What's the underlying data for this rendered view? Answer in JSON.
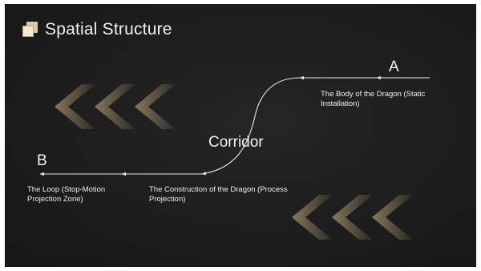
{
  "slide": {
    "title": "Spatial Structure",
    "icon": "slides-icon"
  },
  "diagram": {
    "point_a": "A",
    "point_b": "B",
    "corridor": "Corridor",
    "label_body": "The Body of the Dragon (Static Installation)",
    "label_construction": "The Construction of the Dragon (Process Projection)",
    "label_loop": "The Loop (Stop-Motion Projection Zone)"
  },
  "colors": {
    "background": "#1d1d1d",
    "text": "#eeeeee",
    "chevron": "#8a7a5e",
    "icon_accent": "#d9c9a6"
  }
}
